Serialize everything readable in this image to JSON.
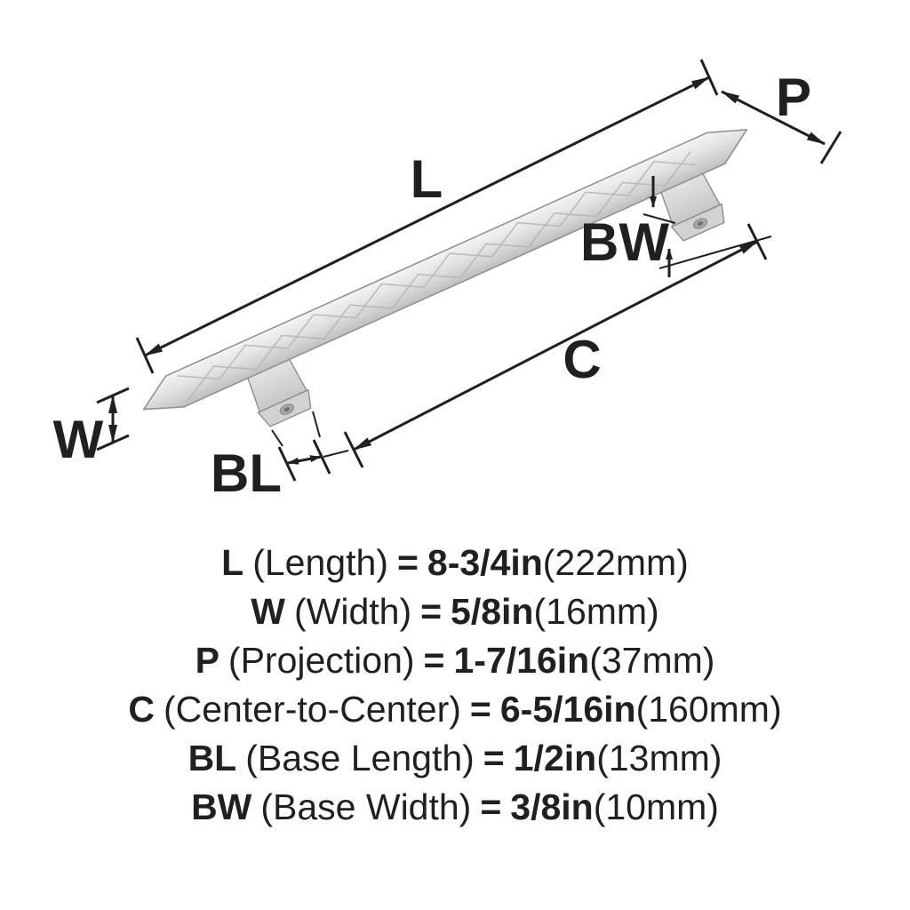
{
  "diagram": {
    "labels": {
      "length": "L",
      "projection": "P",
      "base_width": "BW",
      "center_to_center": "C",
      "width": "W",
      "base_length": "BL"
    }
  },
  "legend": {
    "equals": "=",
    "rows": [
      {
        "code": "L",
        "name": "(Length)",
        "imperial": "8-3/4in",
        "metric": "(222mm)"
      },
      {
        "code": "W",
        "name": "(Width)",
        "imperial": "5/8in",
        "metric": "(16mm)"
      },
      {
        "code": "P",
        "name": "(Projection)",
        "imperial": "1-7/16in",
        "metric": "(37mm)"
      },
      {
        "code": "C",
        "name": "(Center-to-Center)",
        "imperial": "6-5/16in",
        "metric": "(160mm)"
      },
      {
        "code": "BL",
        "name": "(Base Length)",
        "imperial": "1/2in",
        "metric": "(13mm)"
      },
      {
        "code": "BW",
        "name": "(Base Width)",
        "imperial": "3/8in",
        "metric": "(10mm)"
      }
    ]
  }
}
